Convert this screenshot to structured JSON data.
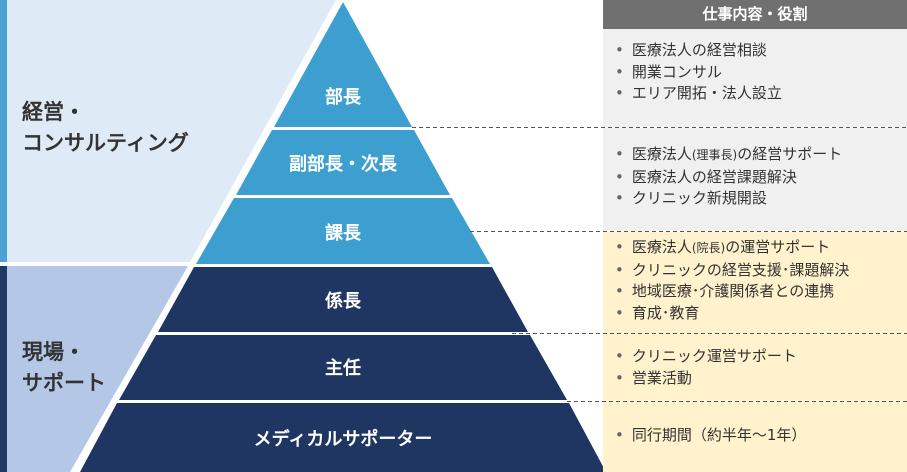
{
  "colors": {
    "upper_band_bg": "#deeaf6",
    "lower_band_bg": "#b4c7e7",
    "upper_stripe": "#4ba3d3",
    "lower_stripe": "#1f3864",
    "upper_tier": "#3c9fcf",
    "lower_tier": "#1f3562",
    "header_bg": "#707070",
    "upper_role_bg": "#f0f0f0",
    "lower_role_bg": "#fff2cc",
    "dashed": "#555555"
  },
  "bands": {
    "upper": "経営・\nコンサルティング",
    "lower": "現場・\nサポート"
  },
  "tiers": [
    {
      "label": "部長"
    },
    {
      "label": "副部長・次長"
    },
    {
      "label": "課長"
    },
    {
      "label": "係長"
    },
    {
      "label": "主任"
    },
    {
      "label": "メディカルサポーター"
    }
  ],
  "roles": {
    "header": "仕事内容・役割",
    "groups": [
      {
        "items": [
          {
            "text": "医療法人の経営相談"
          },
          {
            "text": "開業コンサル"
          },
          {
            "text": "エリア開拓・法人設立"
          }
        ]
      },
      {
        "items": [
          {
            "pre": "医療法人",
            "small": "(理事長)",
            "post": "の経営サポート"
          },
          {
            "text": "医療法人の経営課題解決"
          },
          {
            "text": "クリニック新規開設"
          }
        ]
      },
      {
        "items": [
          {
            "pre": "医療法人",
            "small": "(院長)",
            "post": "の運営サポート"
          },
          {
            "text": "クリニックの経営支援･課題解決"
          },
          {
            "text": "地域医療･介護関係者との連携"
          },
          {
            "text": "育成･教育"
          }
        ]
      },
      {
        "items": [
          {
            "text": "クリニック運営サポート"
          },
          {
            "text": "営業活動"
          }
        ]
      },
      {
        "items": [
          {
            "text": "同行期間（約半年～1年）"
          }
        ]
      }
    ]
  }
}
